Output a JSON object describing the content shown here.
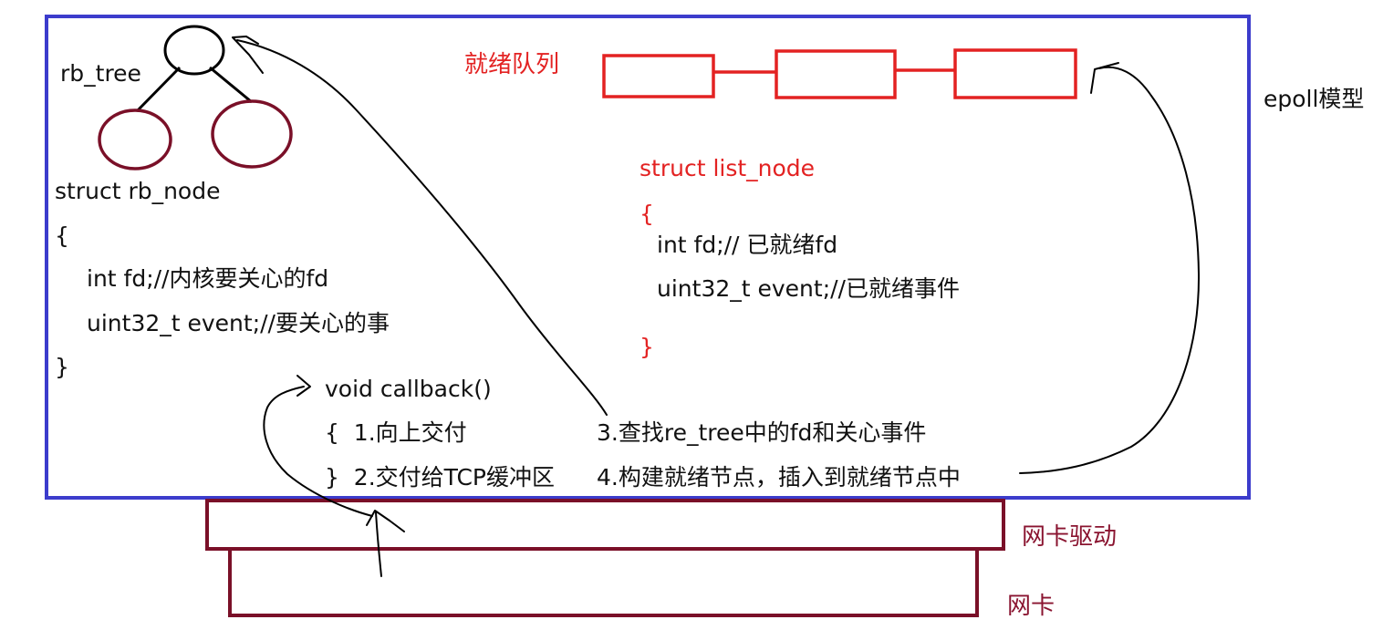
{
  "title": "epoll模型",
  "rb_tree": {
    "label": "rb_tree",
    "struct_lines": [
      "struct rb_node",
      "{",
      "int fd;//内核要关心的fd",
      "uint32_t event;//要关心的事",
      "}"
    ]
  },
  "ready_queue": {
    "label": "就绪队列",
    "struct_lines": [
      "struct list_node",
      "{",
      "int fd;// 已就绪fd",
      "uint32_t event;//已就绪事件",
      "}"
    ]
  },
  "callback": {
    "lines": [
      "void callback()",
      "{  1.向上交付",
      "}  2.交付给TCP缓冲区"
    ],
    "steps": [
      "3.查找re_tree中的fd和关心事件",
      "4.构建就绪节点，插入到就绪节点中"
    ]
  },
  "hardware": {
    "driver_label": "网卡驱动",
    "nic_label": "网卡"
  },
  "colors": {
    "frame": "#3c3ccc",
    "ready_queue": "#e32222",
    "hardware": "#8a1430",
    "text": "#111111"
  }
}
